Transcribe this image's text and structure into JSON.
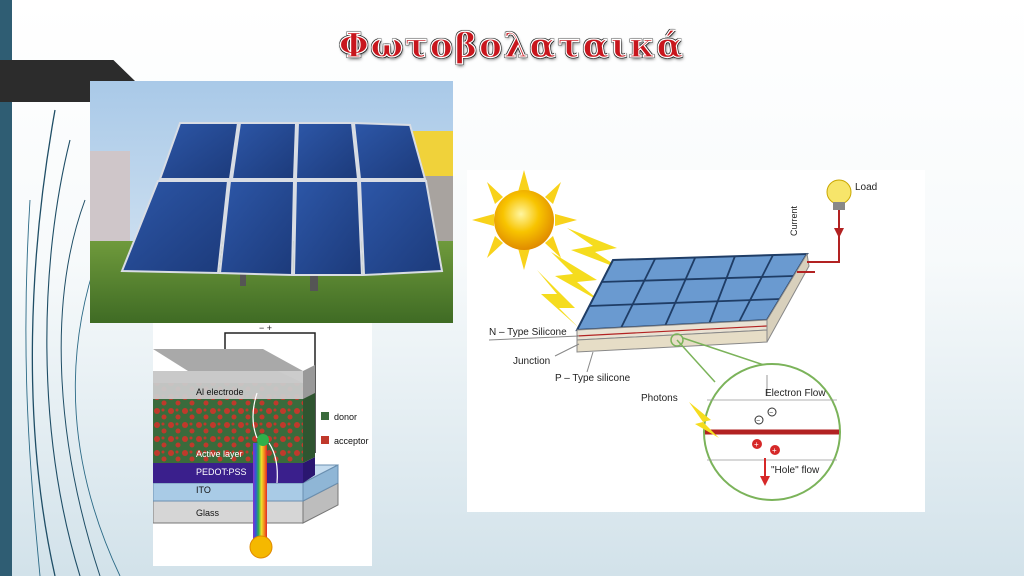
{
  "slide": {
    "title": "Φωτοβολαταικά"
  },
  "organic_cell": {
    "polarity": "− +",
    "layers": {
      "al_electrode": "Al electrode",
      "active_layer": "Active layer",
      "pedot": "PEDOT:PSS",
      "ito": "ITO",
      "glass": "Glass"
    },
    "legend": {
      "donor": "donor",
      "acceptor": "acceptor"
    },
    "colors": {
      "donor": "#3a6b3c",
      "acceptor": "#c0392b",
      "pedot": "#3a1f8c",
      "ito": "#a9cbe6"
    }
  },
  "pv_diagram": {
    "load": "Load",
    "current": "Current",
    "n_type": "N – Type Silicone",
    "junction": "Junction",
    "p_type": "P – Type silicone",
    "photons": "Photons",
    "electron_flow": "Electron Flow",
    "hole_flow": "\"Hole\" flow",
    "colors": {
      "panel": "#6a9ad0",
      "wire": "#b22222",
      "sun": "#f5b800"
    }
  }
}
